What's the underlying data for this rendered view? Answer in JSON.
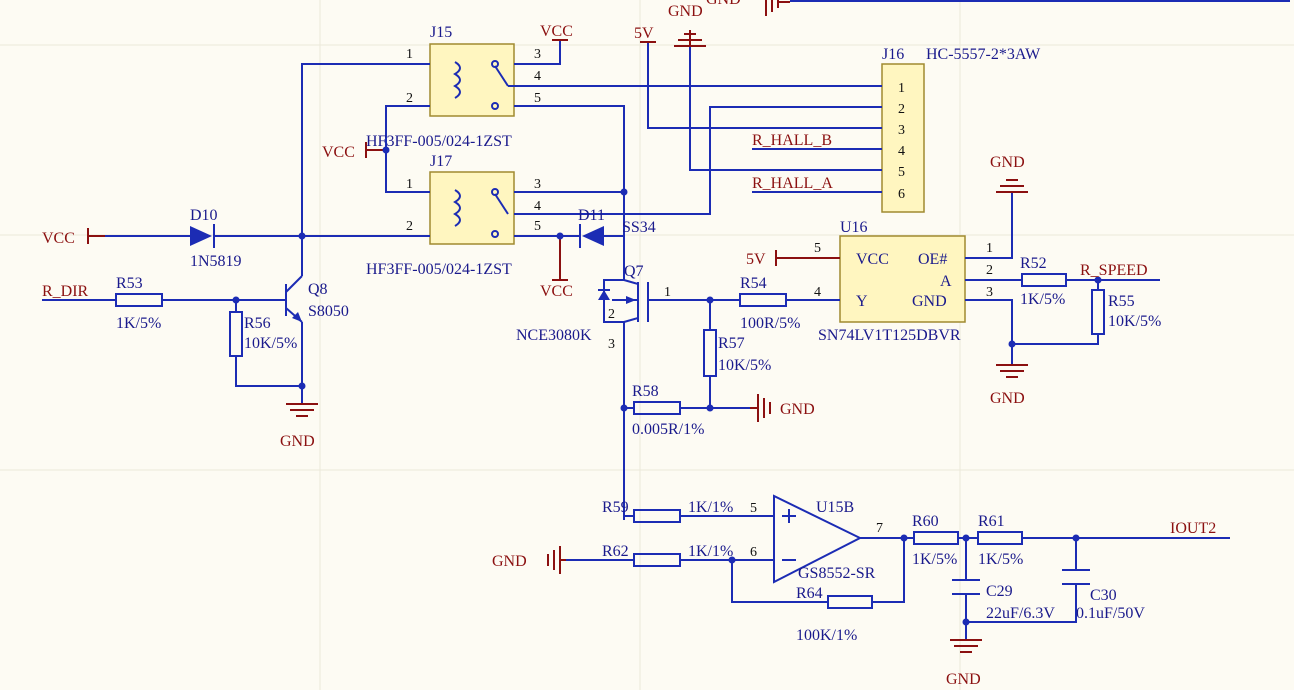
{
  "labels": {
    "j15": "J15",
    "j15_part": "HF3FF-005/024-1ZST",
    "j17": "J17",
    "j17_part": "HF3FF-005/024-1ZST",
    "j16": "J16",
    "j16_part": "HC-5557-2*3AW",
    "d10": "D10",
    "d10_part": "1N5819",
    "d11": "D11",
    "d11_part": "SS34",
    "q8": "Q8",
    "q8_part": "S8050",
    "q7": "Q7",
    "q7_part": "NCE3080K",
    "r53": "R53",
    "r53_val": "1K/5%",
    "r56": "R56",
    "r56_val": "10K/5%",
    "r54": "R54",
    "r54_val": "100R/5%",
    "r57": "R57",
    "r57_val": "10K/5%",
    "r58": "R58",
    "r58_val": "0.005R/1%",
    "r52": "R52",
    "r52_val": "1K/5%",
    "r55": "R55",
    "r55_val": "10K/5%",
    "u16": "U16",
    "u16_part": "SN74LV1T125DBVR",
    "r59": "R59",
    "r59_val": "1K/1%",
    "r62": "R62",
    "r62_val": "1K/1%",
    "u15b": "U15B",
    "u15b_part": "GS8552-SR",
    "r64": "R64",
    "r64_val": "100K/1%",
    "r60": "R60",
    "r60_val": "1K/5%",
    "r61": "R61",
    "r61_val": "1K/5%",
    "c29": "C29",
    "c29_val": "22uF/6.3V",
    "c30": "C30",
    "c30_val": "0.1uF/50V"
  },
  "nets": {
    "r_dir": "R_DIR",
    "r_hall_b": "R_HALL_B",
    "r_hall_a": "R_HALL_A",
    "r_speed": "R_SPEED",
    "iout2": "IOUT2"
  },
  "power": {
    "vcc": "VCC",
    "v5": "5V",
    "gnd": "GND"
  },
  "pins": {
    "u16_vcc": "VCC",
    "u16_oe": "OE#",
    "u16_a": "A",
    "u16_y": "Y",
    "u16_gnd": "GND"
  },
  "pn": {
    "p1": "1",
    "p2": "2",
    "p3": "3",
    "p4": "4",
    "p5": "5",
    "p6": "6",
    "p7": "7"
  },
  "colors": {
    "wire": "#1c2cb4",
    "power": "#8b1010",
    "component_fill": "#fff6c0",
    "background": "#fdfbf3"
  }
}
